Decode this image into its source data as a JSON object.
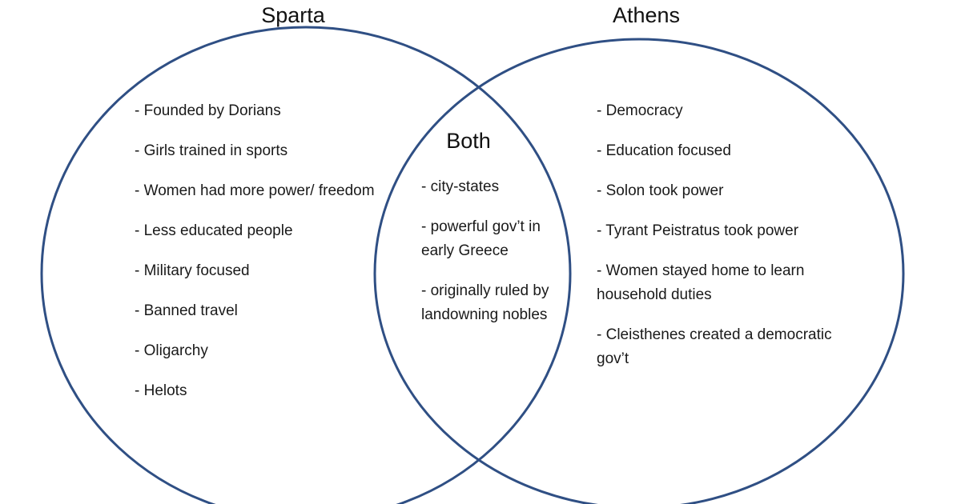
{
  "colors": {
    "circle_stroke": "#2f4f84",
    "text": "#1a1a1a"
  },
  "left": {
    "title": "Sparta",
    "items": [
      "- Founded by Dorians",
      "- Girls trained in sports",
      "- Women had more power/ freedom",
      "- Less educated people",
      "- Military focused",
      "- Banned travel",
      "- Oligarchy",
      "- Helots"
    ]
  },
  "right": {
    "title": "Athens",
    "items": [
      "- Democracy",
      "- Education focused",
      "- Solon took power",
      "- Tyrant Peistratus took power",
      "- Women stayed home to learn household duties",
      "- Cleisthenes created a democratic gov’t"
    ]
  },
  "overlap": {
    "title": "Both",
    "items": [
      "- city-states",
      "- powerful gov’t in early Greece",
      "- originally ruled by landowning nobles"
    ]
  }
}
